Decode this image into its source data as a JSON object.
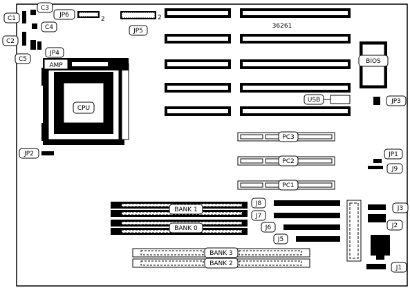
{
  "board_code": "36261",
  "labels": {
    "c1": "C1",
    "c2": "C2",
    "c3": "C3",
    "c4": "C4",
    "c5": "C5",
    "jp1": "JP1",
    "jp2": "JP2",
    "jp3": "JP3",
    "jp4": "JP4",
    "jp5": "JP5",
    "jp6": "JP6",
    "j1": "J1",
    "j2": "J2",
    "j3": "J3",
    "j5": "J5",
    "j6": "J6",
    "j7": "J7",
    "j8": "J8",
    "j9": "J9",
    "usb": "USB",
    "bios": "BIOS",
    "cpu": "CPU",
    "amp": "AMP",
    "pc1": "PC1",
    "pc2": "PC2",
    "pc3": "PC3",
    "bank0": "BANK 0",
    "bank1": "BANK 1",
    "bank2": "BANK 2",
    "bank3": "BANK 3",
    "jp6_pin": "2",
    "jp5_pin": "2"
  }
}
